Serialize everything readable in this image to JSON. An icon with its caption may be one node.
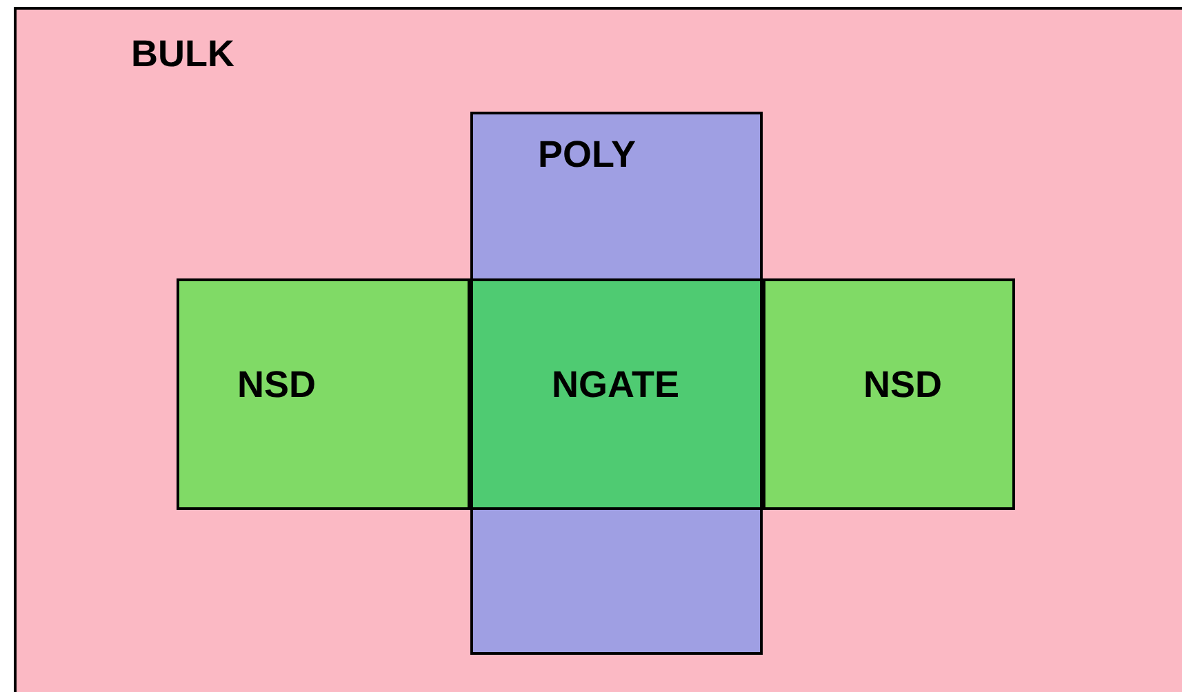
{
  "diagram": {
    "nodes": [
      {
        "text": [
          "BULK"
        ]
      },
      {
        "text": [
          "POLY"
        ],
        "in": 0
      },
      {
        "text": [
          "NSD"
        ],
        "in": 0
      },
      {
        "text": [
          "NGATE"
        ],
        "in": 1
      },
      {
        "text": [
          "NSD"
        ],
        "in": 0
      }
    ],
    "edges": []
  }
}
